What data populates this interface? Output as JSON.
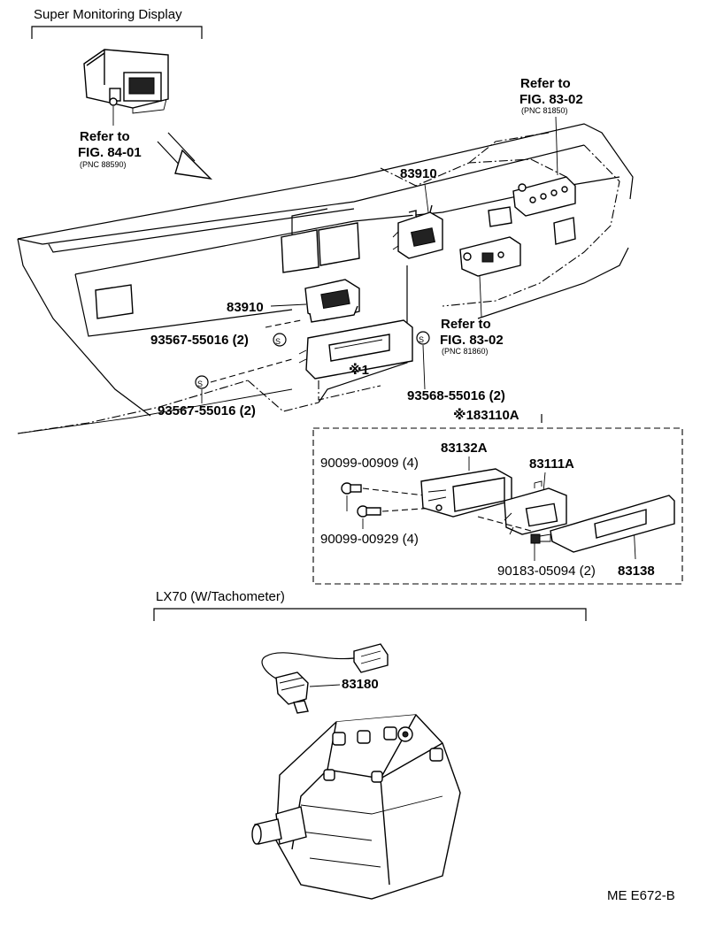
{
  "sections": {
    "super_monitoring": "Super Monitoring Display",
    "lx70": "LX70 (W/Tachometer)"
  },
  "refs": {
    "fig84_refer": "Refer to",
    "fig84_fig": "FIG. 84-01",
    "fig84_pnc": "(PNC 88590)",
    "fig83a_refer": "Refer to",
    "fig83a_fig": "FIG. 83-02",
    "fig83a_pnc": "(PNC 81850)",
    "fig83b_refer": "Refer to",
    "fig83b_fig": "FIG. 83-02",
    "fig83b_pnc": "(PNC 81860)"
  },
  "parts": {
    "p83910_top": "83910",
    "p83910_mid": "83910",
    "p93567_a": "93567-55016 (2)",
    "p93567_b": "93567-55016 (2)",
    "p93568": "93568-55016 (2)",
    "note_x1": "※1",
    "kit": "※183110A",
    "p83132A": "83132A",
    "p83111A": "83111A",
    "p90099_00909": "90099-00909 (4)",
    "p90099_00929": "90099-00929 (4)",
    "p90183": "90183-05094 (2)",
    "p83138": "83138",
    "p83180": "83180"
  },
  "symbols": {
    "s": "S"
  },
  "footer": {
    "code": "ME E672-B"
  }
}
